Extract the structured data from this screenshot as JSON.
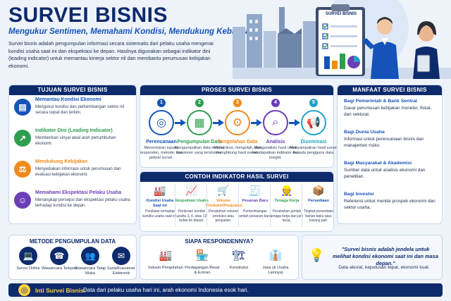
{
  "header": {
    "title": "SURVEI BISNIS",
    "subtitle": "Mengukur Sentimen, Memahami Kondisi, Mendukung Kebijakan",
    "intro": "Survei bisnis adalah pengumpulan informasi secara sistematis dari pelaku usaha mengenai kondisi usaha saat ini dan ekspektasi ke depan. Hasilnya digunakan sebagai indikator dini (leading indicator) untuk memantau kinerja sektor riil dan membantu perumusan kebijakan ekonomi.",
    "clipboard_label": "SURVEI BISNIS"
  },
  "tujuan": {
    "title": "TUJUAN SURVEI BISNIS",
    "items": [
      {
        "head": "Memantau Kondisi Ekonomi",
        "desc": "Mengukur kondisi dan perkembangan sektor riil secara cepat dan terkini.",
        "color": "#1553b8",
        "icon": "chart-icon"
      },
      {
        "head": "Indikator Dini (Leading Indicator)",
        "desc": "Memberikan sinyal awal arah pertumbuhan ekonomi.",
        "color": "#2e9e4f",
        "icon": "trend-icon"
      },
      {
        "head": "Mendukung Kebijakan",
        "desc": "Menyediakan informasi untuk perumusan dan evaluasi kebijakan ekonomi.",
        "color": "#f08a1c",
        "icon": "policy-icon"
      },
      {
        "head": "Memahami Ekspektasi Pelaku Usaha",
        "desc": "Menangkap persepsi dan ekspektasi pelaku usaha terhadap kondisi ke depan.",
        "color": "#6a3fb5",
        "icon": "people-icon"
      }
    ]
  },
  "proses": {
    "title": "PROSES SURVEI BISNIS",
    "steps": [
      {
        "num": "1",
        "head": "Perencanaan",
        "desc": "Menentukan tujuan, responden, metode, dan jadwal survei.",
        "color": "#1553b8",
        "icon": "target-icon"
      },
      {
        "num": "2",
        "head": "Pengumpulan Data",
        "desc": "Mengumpulkan data melalui kuesioner yang terstruktur.",
        "color": "#2e9e4f",
        "icon": "clipboard-icon"
      },
      {
        "num": "3",
        "head": "Pengolahan Data",
        "desc": "Memeriksa, mengolah, dan menghitung hasil survei.",
        "color": "#f08a1c",
        "icon": "gear-icon"
      },
      {
        "num": "4",
        "head": "Analisis",
        "desc": "Menganalisis hasil untuk mendapatkan indikator dan insight.",
        "color": "#6a3fb5",
        "icon": "analysis-icon"
      },
      {
        "num": "5",
        "head": "Diseminasi",
        "desc": "Menyampaikan hasil survei kepada pengguna data.",
        "color": "#1fa3c7",
        "icon": "megaphone-icon"
      }
    ]
  },
  "manfaat": {
    "title": "MANFAAT SURVEI BISNIS",
    "items": [
      {
        "head": "Bagi Pemerintah & Bank Sentral",
        "desc": "Dasar perumusan kebijakan moneter, fiskal, dan sektoral."
      },
      {
        "head": "Bagi Dunia Usaha",
        "desc": "Informasi untuk perencanaan bisnis dan manajemen risiko."
      },
      {
        "head": "Bagi Masyarakat & Akademisi",
        "desc": "Sumber data untuk analisis ekonomi dan penelitian."
      },
      {
        "head": "Bagi Investor",
        "desc": "Referensi untuk menilai prospek ekonomi dan sektor usaha."
      }
    ]
  },
  "indikator": {
    "title": "CONTOH INDIKATOR HASIL SURVEI",
    "items": [
      {
        "head": "Kondisi Usaha Saat Ini",
        "desc": "Penilaian terhadap kondisi usaha saat ini.",
        "color": "#1553b8",
        "icon": "factory-icon"
      },
      {
        "head": "Ekspektasi Usaha",
        "desc": "Perkiraan kondisi usaha 3, 6, atau 12 bulan ke depan.",
        "color": "#2e9e4f",
        "icon": "growth-icon"
      },
      {
        "head": "Volume Produksi/Penjualan",
        "desc": "Perubahan volume produksi atau penjualan.",
        "color": "#f08a1c",
        "icon": "cart-icon"
      },
      {
        "head": "Pesanan Baru",
        "desc": "Perkembangan jumlah pesanan baru.",
        "color": "#6a3fb5",
        "icon": "order-icon"
      },
      {
        "head": "Tenaga Kerja",
        "desc": "Perubahan jumlah tenaga kerja dan jam kerja.",
        "color": "#2e9e4f",
        "icon": "worker-icon"
      },
      {
        "head": "Persediaan",
        "desc": "Tingkat persediaan bahan baku atau barang jadi.",
        "color": "#1553b8",
        "icon": "box-icon"
      }
    ]
  },
  "metode": {
    "title": "METODE PENGUMPULAN DATA",
    "items": [
      {
        "label": "Survei Online",
        "icon": "laptop-icon"
      },
      {
        "label": "Wawancara Telepon",
        "icon": "phone-icon"
      },
      {
        "label": "Wawancara Tatap Muka",
        "icon": "interview-icon"
      },
      {
        "label": "Surat/Kuesioner Elektronik",
        "icon": "mail-icon"
      }
    ]
  },
  "responden": {
    "title": "SIAPA RESPONDENNYA?",
    "items": [
      {
        "label": "Industri Pengolahan",
        "icon": "factory-icon"
      },
      {
        "label": "Perdagangan Besar & Eceran",
        "icon": "shop-icon"
      },
      {
        "label": "Konstruksi",
        "icon": "crane-icon"
      },
      {
        "label": "Jasa (& Usaha Lainnya)",
        "icon": "business-person-icon"
      }
    ]
  },
  "quote": {
    "text": "\"Survei bisnis adalah jendela untuk melihat kondisi ekonomi saat ini dan masa depan.\"",
    "sub": "Data akurat, keputusan tepat, ekonomi kuat."
  },
  "footer": {
    "label": "Inti Survei Bisnis:",
    "text": "Data dari pelaku usaha hari ini, arah ekonomi Indonesia esok hari."
  }
}
